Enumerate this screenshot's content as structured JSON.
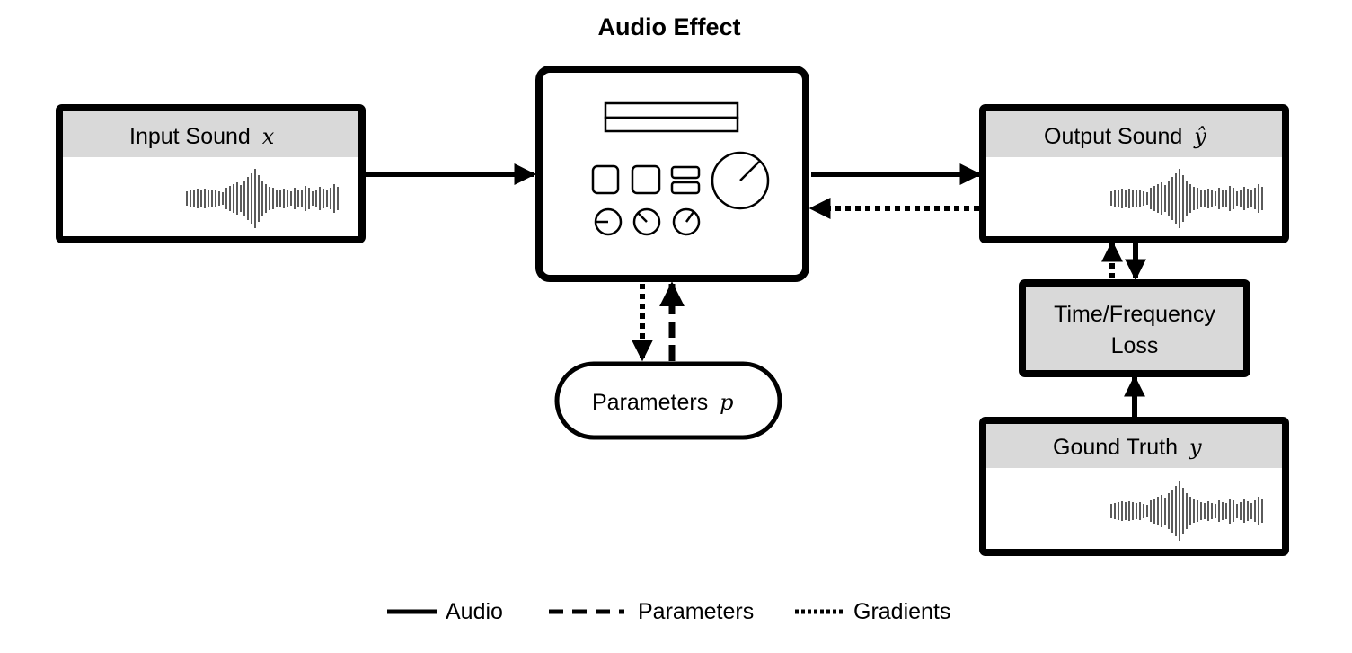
{
  "title": "Audio Effect",
  "input": {
    "label": "Input Sound",
    "var": "x"
  },
  "output": {
    "label": "Output Sound",
    "var": "ŷ"
  },
  "parameters": {
    "label": "Parameters",
    "var": "p"
  },
  "loss": {
    "line1": "Time/Frequency",
    "line2": "Loss"
  },
  "truth": {
    "label": "Gound Truth",
    "var": "y"
  },
  "legend": {
    "audio": "Audio",
    "parameters": "Parameters",
    "gradients": "Gradients"
  }
}
